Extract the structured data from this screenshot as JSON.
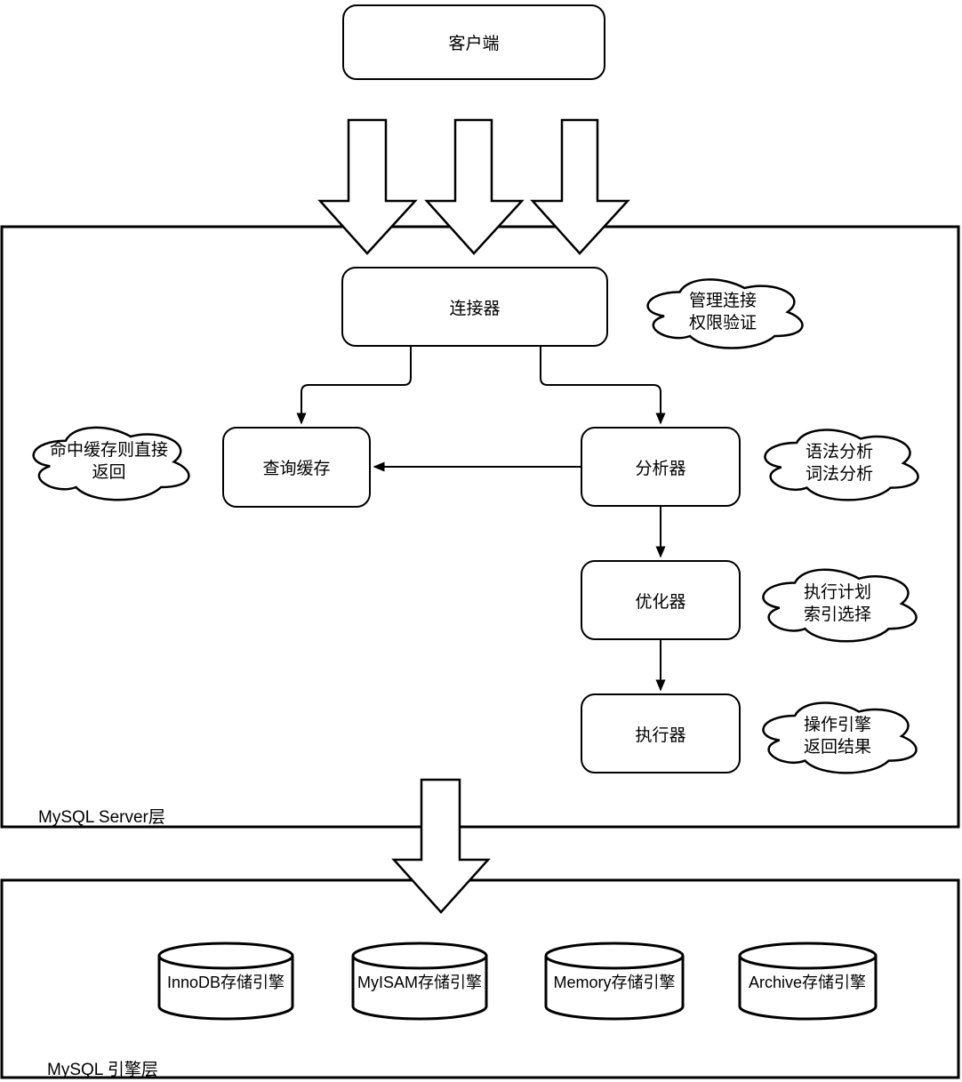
{
  "diagram": {
    "title_hint": "MySQL architecture flow diagram",
    "colors": {
      "stroke": "#000000",
      "fill": "#ffffff",
      "background": "#ffffff"
    },
    "client": {
      "label": "客户端"
    },
    "server_layer": {
      "label": "MySQL Server层",
      "nodes": {
        "connector": "连接器",
        "query_cache": "查询缓存",
        "analyzer": "分析器",
        "optimizer": "优化器",
        "executor": "执行器"
      },
      "clouds": {
        "connector_note": {
          "line1": "管理连接",
          "line2": "权限验证"
        },
        "cache_note": {
          "line1": "命中缓存则直接",
          "line2": "返回"
        },
        "analyzer_note": {
          "line1": "语法分析",
          "line2": "词法分析"
        },
        "optimizer_note": {
          "line1": "执行计划",
          "line2": "索引选择"
        },
        "executor_note": {
          "line1": "操作引擎",
          "line2": "返回结果"
        }
      }
    },
    "engine_layer": {
      "label": "MySQL 引擎层",
      "engines": [
        "InnoDB存储引擎",
        "MyISAM存储引擎",
        "Memory存储引擎",
        "Archive存储引擎"
      ]
    }
  }
}
